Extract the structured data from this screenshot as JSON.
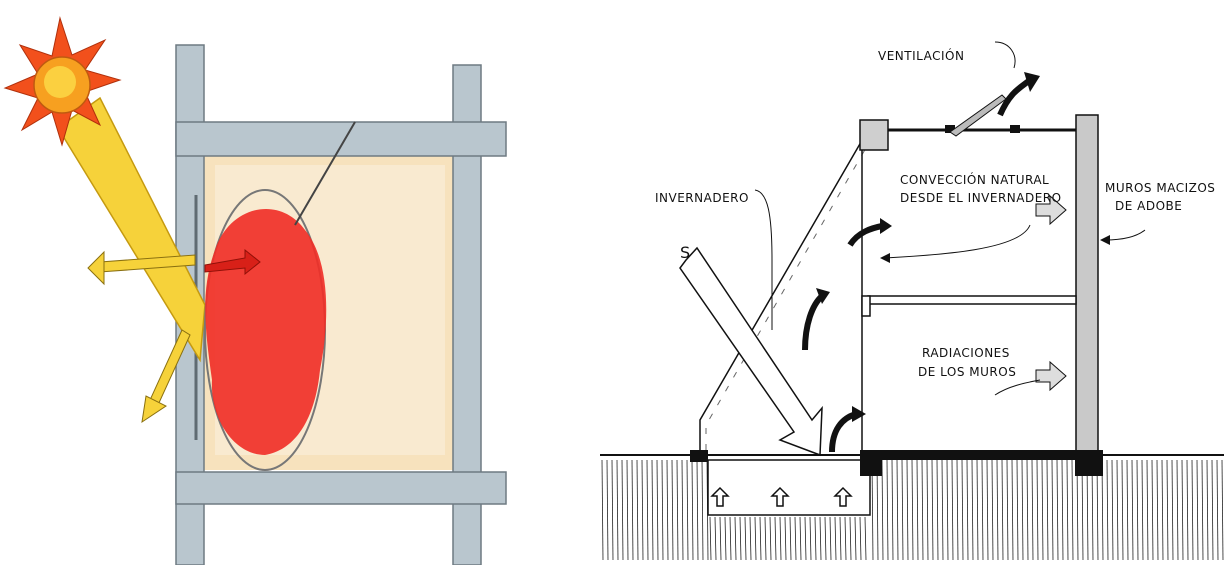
{
  "left_diagram": {
    "figures": [
      "sun-icon",
      "sunlight-beam",
      "thermal-mass-blob",
      "reflected-arrows",
      "building-frame"
    ],
    "colors": {
      "sun": "#f4a020",
      "beam": "#f6d23a",
      "frame": "#b8c4cc",
      "room": "#f5dcb0",
      "heat": "#f03028"
    }
  },
  "right_diagram": {
    "labels": {
      "ventilation": "VENTILACIÓN",
      "greenhouse": "INVERNADERO",
      "convection_line1": "CONVECCIÓN NATURAL",
      "convection_line2": "DESDE EL INVERNADERO",
      "walls_line1": "MUROS MACIZOS",
      "walls_line2": "DE ADOBE",
      "radiation_line1": "RADIACIONES",
      "radiation_line2": "DE LOS MUROS",
      "sun_letter": "S"
    }
  }
}
